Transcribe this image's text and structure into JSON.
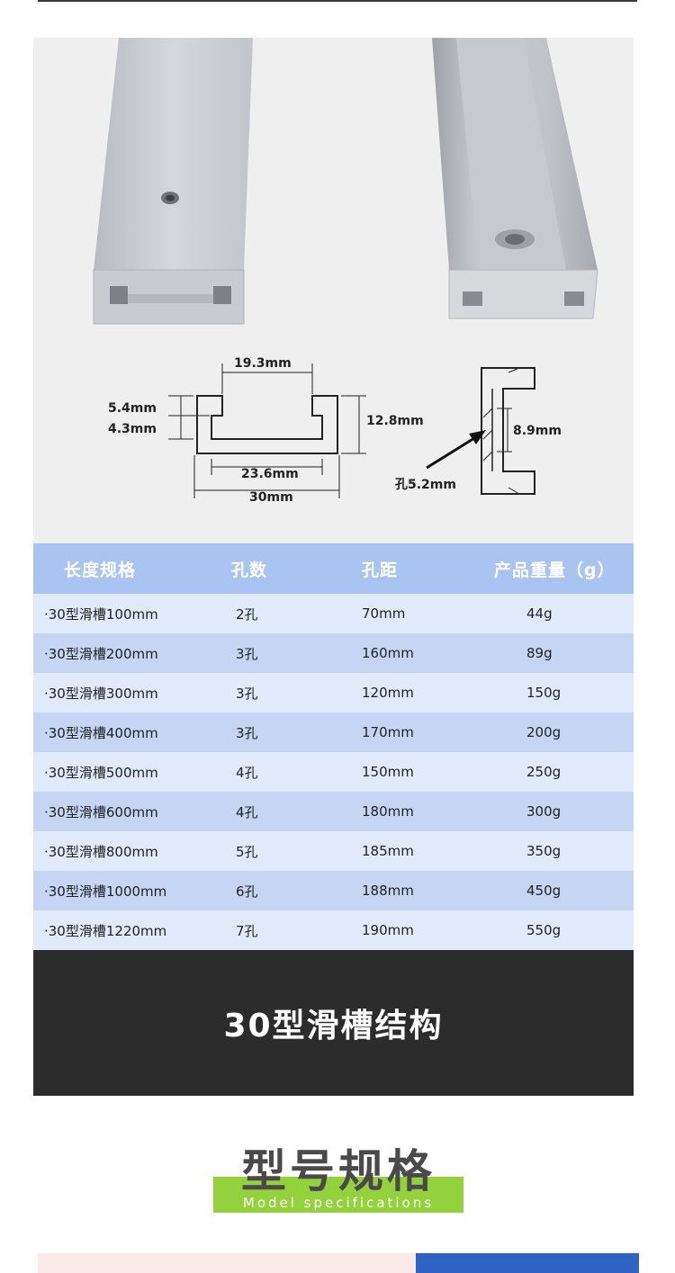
{
  "diagram": {
    "width_top": "19.3mm",
    "lip_top": "5.4mm",
    "lip_inner": "4.3mm",
    "height": "12.8mm",
    "inner_width": "23.6mm",
    "outer_width": "30mm",
    "hole_spacing": "8.9mm",
    "hole_label": "孔5.2mm"
  },
  "table": {
    "headers": [
      "长度规格",
      "孔数",
      "孔距",
      "产品重量（g）"
    ],
    "rows": [
      [
        "·30型滑槽100mm",
        "2孔",
        "70mm",
        "44g"
      ],
      [
        "·30型滑槽200mm",
        "3孔",
        "160mm",
        "89g"
      ],
      [
        "·30型滑槽300mm",
        "3孔",
        "120mm",
        "150g"
      ],
      [
        "·30型滑槽400mm",
        "3孔",
        "170mm",
        "200g"
      ],
      [
        "·30型滑槽500mm",
        "4孔",
        "150mm",
        "250g"
      ],
      [
        "·30型滑槽600mm",
        "4孔",
        "180mm",
        "300g"
      ],
      [
        "·30型滑槽800mm",
        "5孔",
        "185mm",
        "350g"
      ],
      [
        "·30型滑槽1000mm",
        "6孔",
        "188mm",
        "450g"
      ],
      [
        "·30型滑槽1220mm",
        "7孔",
        "190mm",
        "550g"
      ]
    ]
  },
  "structure_banner": {
    "title": "30型滑槽结构"
  },
  "model_section": {
    "title_cn": "型号规格",
    "title_en": "Model specifications"
  },
  "colors": {
    "table_header": "#a9c4f1",
    "row_light": "#e1eafa",
    "row_dark": "#c4d6f4",
    "banner": "#2c2c2c",
    "accent_green": "#93d13d",
    "accent_blue": "#2e63c3"
  }
}
